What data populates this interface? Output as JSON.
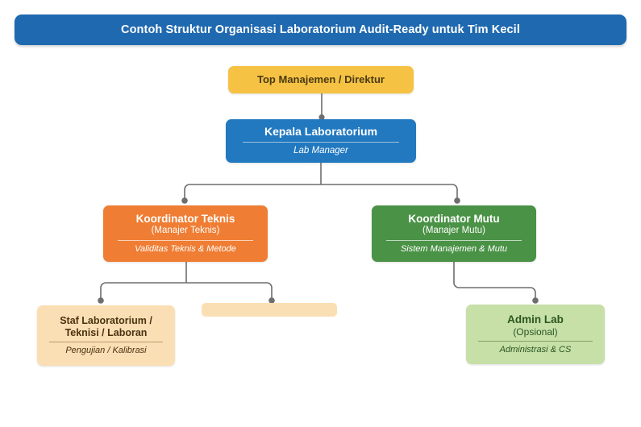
{
  "header": {
    "title": "Contoh Struktur Organisasi Laboratorium Audit-Ready untuk Tim Kecil",
    "bar_color": "#1f69b0",
    "text_color": "#ffffff"
  },
  "palette": {
    "amber": "#f5c244",
    "blue": "#2279c0",
    "orange": "#ef7d33",
    "green": "#4a9246",
    "light_peach": "#fbdfb4",
    "light_green": "#c6e0a8",
    "connector": "#6e6e6e",
    "background": "#ffffff"
  },
  "chart_data": {
    "type": "diagram",
    "title": "Contoh Struktur Organisasi Laboratorium Audit-Ready untuk Tim Kecil",
    "layout": "top-down organizational hierarchy",
    "nodes": [
      {
        "id": "top-management",
        "title": "Top Manajemen / Direktur",
        "subtitle": "",
        "role": "",
        "level": 0,
        "color": "#f5c244"
      },
      {
        "id": "kepala-laboratorium",
        "title": "Kepala Laboratorium",
        "subtitle": "",
        "role": "Lab Manager",
        "level": 1,
        "color": "#2279c0"
      },
      {
        "id": "koordinator-teknis",
        "title": "Koordinator Teknis",
        "subtitle": "(Manajer Teknis)",
        "role": "Validitas Teknis & Metode",
        "level": 2,
        "color": "#ef7d33"
      },
      {
        "id": "koordinator-mutu",
        "title": "Koordinator Mutu",
        "subtitle": "(Manajer Mutu)",
        "role": "Sistem Manajemen & Mutu",
        "level": 2,
        "color": "#4a9246"
      },
      {
        "id": "staf-laboratorium",
        "title": "Staf Laboratorium /\nTeknisi / Laboran",
        "subtitle": "",
        "role": "Pengujian / Kalibrasi",
        "level": 3,
        "color": "#fbdfb4"
      },
      {
        "id": "unlabeled-node",
        "title": "",
        "subtitle": "",
        "role": "",
        "level": 3,
        "color": "#fbdfb4"
      },
      {
        "id": "admin-lab",
        "title": "Admin Lab",
        "subtitle": "(Opsional)",
        "role": "Administrasi & CS",
        "level": 3,
        "color": "#c6e0a8"
      }
    ],
    "edges": [
      {
        "from": "top-management",
        "to": "kepala-laboratorium"
      },
      {
        "from": "kepala-laboratorium",
        "to": "koordinator-teknis"
      },
      {
        "from": "kepala-laboratorium",
        "to": "koordinator-mutu"
      },
      {
        "from": "koordinator-teknis",
        "to": "staf-laboratorium"
      },
      {
        "from": "koordinator-teknis",
        "to": "unlabeled-node"
      },
      {
        "from": "koordinator-mutu",
        "to": "admin-lab"
      }
    ]
  },
  "nodes": {
    "top_management": {
      "title": "Top Manajemen / Direktur"
    },
    "kepala_lab": {
      "title": "Kepala Laboratorium",
      "role": "Lab Manager"
    },
    "koordinator_teknis": {
      "title": "Koordinator Teknis",
      "subtitle": "(Manajer Teknis)",
      "role": "Validitas Teknis & Metode"
    },
    "koordinator_mutu": {
      "title": "Koordinator Mutu",
      "subtitle": "(Manajer Mutu)",
      "role": "Sistem Manajemen & Mutu"
    },
    "staf_lab": {
      "title_line1": "Staf Laboratorium /",
      "title_line2": "Teknisi / Laboran",
      "role": "Pengujian / Kalibrasi"
    },
    "admin_lab": {
      "title": "Admin Lab",
      "subtitle": "(Opsional)",
      "role": "Administrasi & CS"
    }
  }
}
